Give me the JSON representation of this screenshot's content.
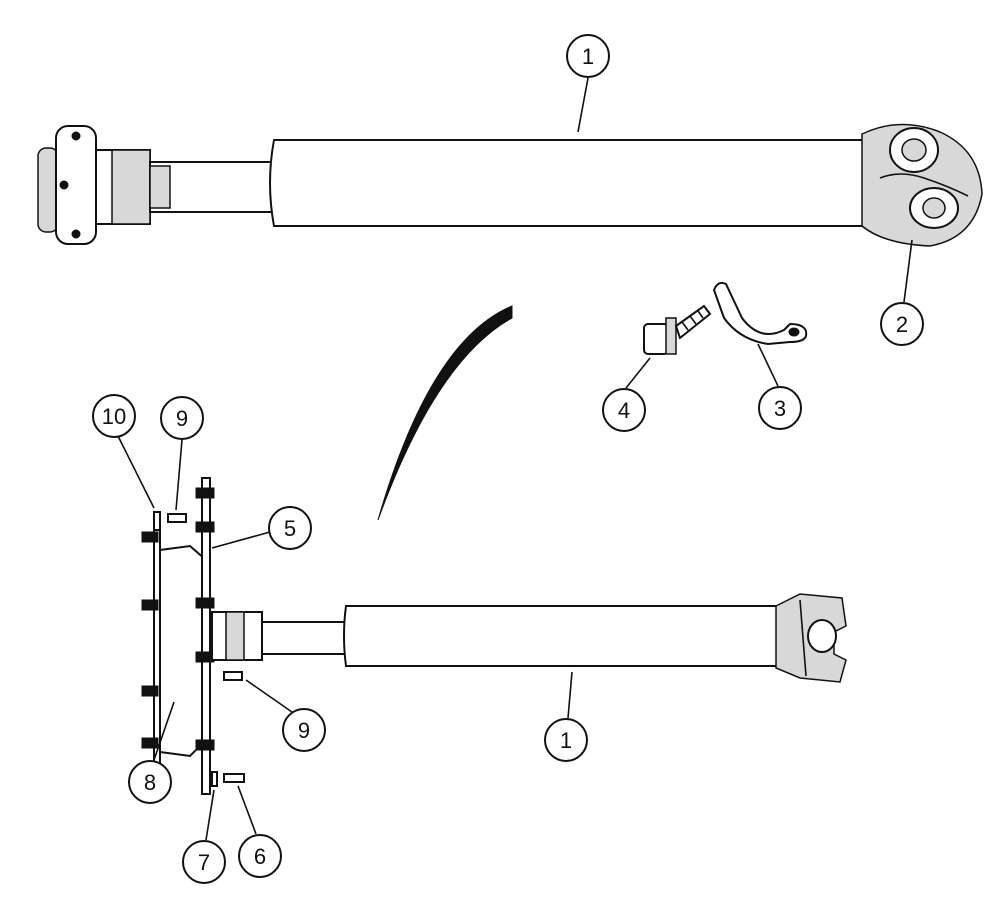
{
  "callouts": [
    {
      "id": "c1-top",
      "label": "1"
    },
    {
      "id": "c2",
      "label": "2"
    },
    {
      "id": "c3",
      "label": "3"
    },
    {
      "id": "c4",
      "label": "4"
    },
    {
      "id": "c10",
      "label": "10"
    },
    {
      "id": "c9-top",
      "label": "9"
    },
    {
      "id": "c5",
      "label": "5"
    },
    {
      "id": "c9-bottom",
      "label": "9"
    },
    {
      "id": "c1-bottom",
      "label": "1"
    },
    {
      "id": "c8",
      "label": "8"
    },
    {
      "id": "c7",
      "label": "7"
    },
    {
      "id": "c6",
      "label": "6"
    }
  ]
}
